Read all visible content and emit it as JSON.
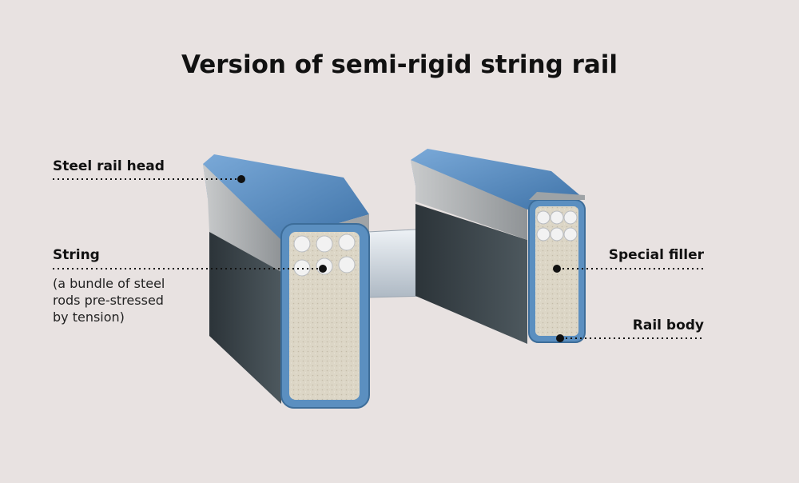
{
  "title": "Version of semi-rigid string rail",
  "labels": {
    "steel_rail_head": "Steel rail head",
    "string": "String",
    "string_desc": [
      "(a bundle of steel",
      "rods pre-stressed",
      "by tension)"
    ],
    "special_filler": "Special filler",
    "rail_body": "Rail body"
  },
  "colors": {
    "background": "#e8e2e1",
    "rail_blue": "#5b8fc0",
    "head_steel": "#a9acae",
    "filler": "#d9d3c4",
    "body_dark": "#3b444a"
  }
}
